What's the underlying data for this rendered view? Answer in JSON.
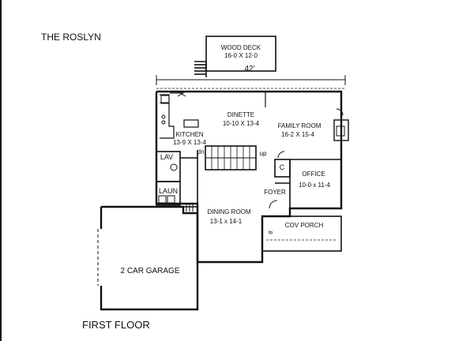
{
  "title": "THE ROSLYN",
  "caption": "FIRST FLOOR",
  "dimension_width": "42'",
  "porch_width": "8'",
  "rooms": {
    "wood_deck": {
      "name": "WOOD DECK",
      "size": "16-0 X 12-0"
    },
    "dinette": {
      "name": "DINETTE",
      "size": "10-10 X 13-4"
    },
    "family_room": {
      "name": "FAMILY ROOM",
      "size": "16-2 X 15-4"
    },
    "kitchen": {
      "name": "KITCHEN",
      "size": "13-9 X 13-4"
    },
    "office": {
      "name": "OFFICE",
      "size": "10-0 x 11-4"
    },
    "dining_room": {
      "name": "DINING ROOM",
      "size": "13-1 x 14-1"
    },
    "foyer": {
      "name": "FOYER"
    },
    "cov_porch": {
      "name": "COV PORCH"
    },
    "garage": {
      "name": "2 CAR GARAGE"
    },
    "lav": {
      "name": "LAV"
    },
    "laundry": {
      "name": "LAUN"
    },
    "closet": {
      "name": "C"
    }
  },
  "stair_labels": {
    "down": "dn",
    "up": "up"
  }
}
